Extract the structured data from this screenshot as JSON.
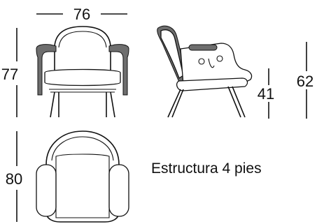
{
  "dimensions": {
    "front_width": "76",
    "front_height": "77",
    "side_seat_height": "41",
    "side_arm_height": "62",
    "top_depth": "80"
  },
  "caption": "Estructura 4 pies",
  "colors": {
    "line": "#111111",
    "shell": "#6e6e6e",
    "background": "#ffffff"
  }
}
